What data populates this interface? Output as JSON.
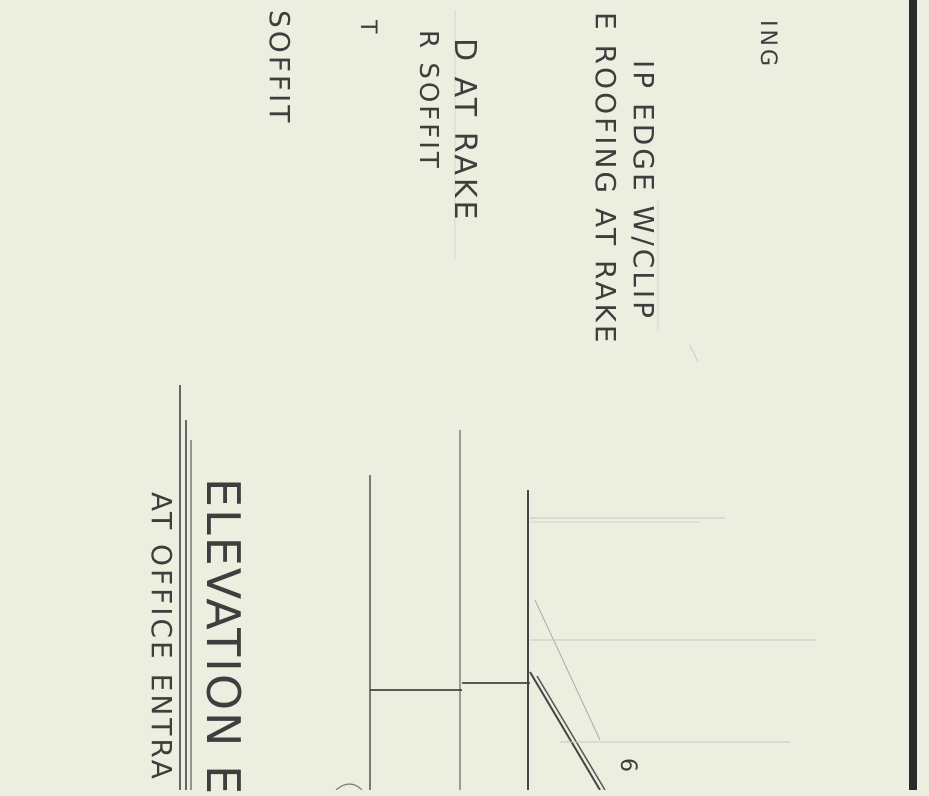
{
  "notes": {
    "roofing": "ING",
    "drip_edge": "IP EDGE W/CLIP",
    "roofing_at_rake": "E ROOFING AT RAKE",
    "at_rake": "D AT RAKE",
    "soffit_2": "R SOFFIT",
    "t": "T",
    "soffit_1": "SOFFIT"
  },
  "title": {
    "main": "ELEVATION E",
    "sub": "AT OFFICE ENTRA"
  },
  "callout": {
    "number": "6"
  },
  "colors": {
    "paper": "#ecefdf",
    "ink": "#3e3e3e",
    "border": "#2a2a2a"
  }
}
